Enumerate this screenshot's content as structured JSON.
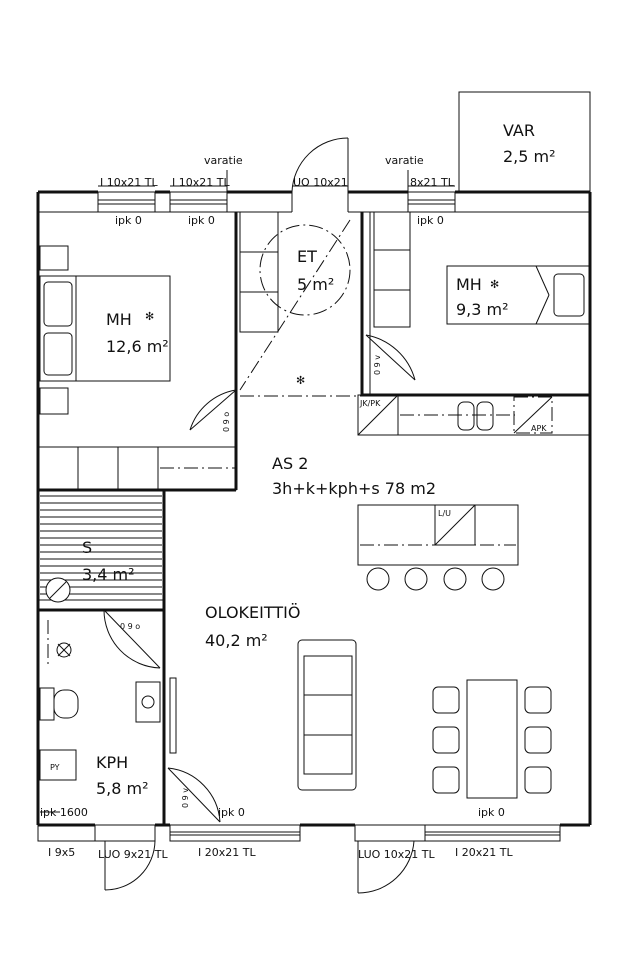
{
  "apartment": {
    "name": "AS 2",
    "description": "3h+k+kph+s 78 m2"
  },
  "rooms": {
    "var": {
      "name": "VAR",
      "area": "2,5 m²"
    },
    "mh1": {
      "name": "MH",
      "area": "12,6 m²"
    },
    "et": {
      "name": "ET",
      "area": "5 m²"
    },
    "mh2": {
      "name": "MH",
      "area": "9,3 m²"
    },
    "sauna": {
      "name": "S",
      "area": "3,4 m²"
    },
    "olokeittio": {
      "name": "OLOKEITTIÖ",
      "area": "40,2 m²"
    },
    "kph": {
      "name": "KPH",
      "area": "5,8 m²"
    }
  },
  "openings": {
    "top": [
      "I 10x21 TL",
      "I 10x21 TL",
      "UO 10x21",
      "8x21 TL"
    ],
    "bottom": [
      "I 9x5",
      "LUO 9x21 TL",
      "I 20x21 TL",
      "LUO 10x21 TL",
      "I 20x21 TL"
    ],
    "variant": [
      "varatie",
      "varatie"
    ]
  },
  "door_labels": {
    "d_mh1": "0 9 o",
    "d_mh2": "0 9 v",
    "d_sauna": "0 9 o",
    "d_kph": "0 9 v"
  },
  "ipk_labels": [
    "ipk 0",
    "ipk 0",
    "ipk 0",
    "ipk 1600",
    "ipk 0",
    "ipk 0"
  ],
  "fixtures": {
    "fridge_freezer": "JK/PK",
    "dishwasher": "APK",
    "washer_dryer": "L/U",
    "washing_machine": "PY"
  },
  "icons": [
    "smoke-detector-icon",
    "floor-drain-icon",
    "sauna-stove-icon"
  ]
}
